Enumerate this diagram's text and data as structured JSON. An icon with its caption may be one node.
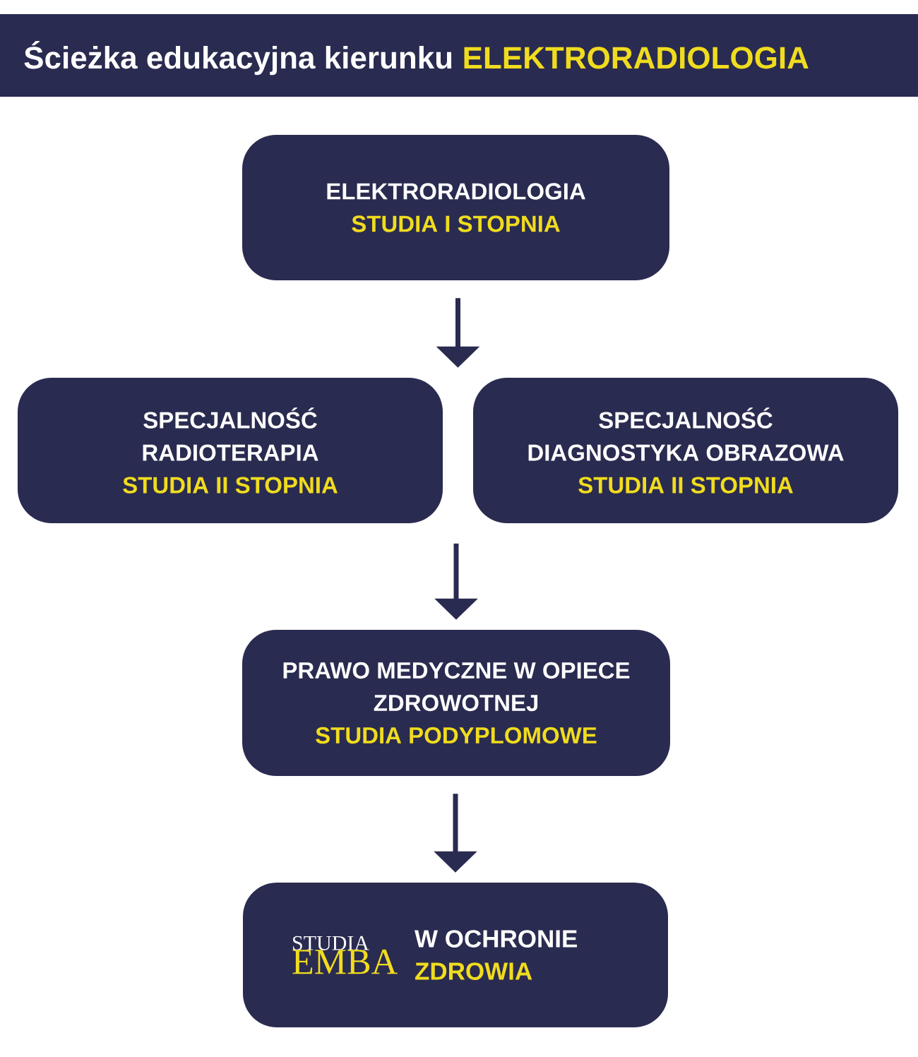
{
  "diagram": {
    "title": "Ścieżka edukacyjna kierunku",
    "nodes": [
      {
        "text": [
          "ELEKTRORADIOLOGIA",
          "STUDIA I STOPNIA"
        ]
      },
      {
        "text": [
          "SPECJALNOŚĆ RADIOTERAPIA",
          "STUDIA II STOPNIA"
        ]
      },
      {
        "text": [
          "SPECJALNOŚĆ DIAGNOSTYKA OBRAZOWA",
          "STUDIA II STOPNIA"
        ]
      },
      {
        "text": [
          "PRAWO MEDYCZNE W OPIECE ZDROWOTNEJ",
          "STUDIA PODYPLOMOWE"
        ]
      },
      {
        "text": [
          "STUDIA",
          "EMBA",
          "W OCHRONIE",
          "ZDROWIA"
        ]
      }
    ],
    "edges": [
      {
        "from": 0,
        "to": 1,
        "arrow": "to"
      },
      {
        "from": 0,
        "to": 2,
        "arrow": "to"
      },
      {
        "from": null,
        "to": 3,
        "arrow": "to"
      },
      {
        "from": 3,
        "to": 4,
        "arrow": "to"
      }
    ],
    "labels": [
      "ELEKTRORADIOLOGIA"
    ]
  }
}
